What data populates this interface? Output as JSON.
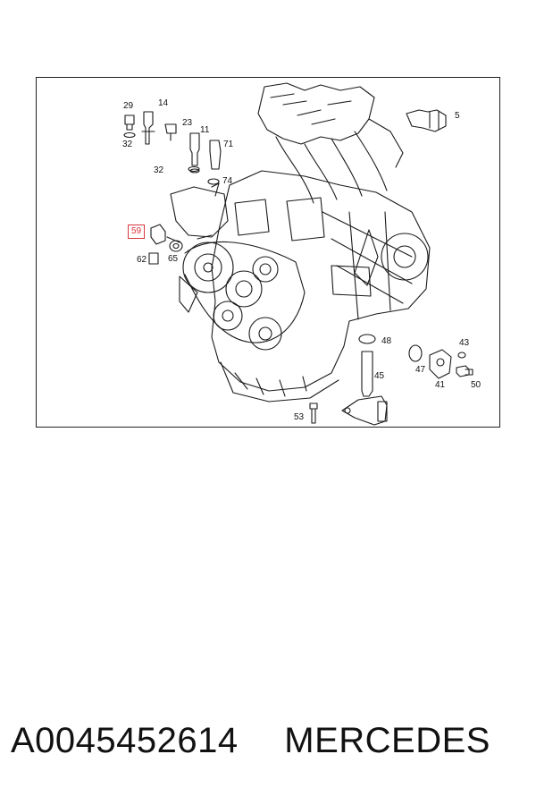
{
  "diagram": {
    "callouts": [
      "29",
      "14",
      "23",
      "11",
      "32",
      "71",
      "32",
      "74",
      "5",
      "59",
      "62",
      "65",
      "48",
      "43",
      "47",
      "41",
      "50",
      "45",
      "53"
    ],
    "highlighted_callout": "59",
    "highlight_color": "#d9363e",
    "line_color": "#1a1a1a"
  },
  "caption": {
    "part_number": "A0045452614",
    "brand": "MERCEDES"
  }
}
